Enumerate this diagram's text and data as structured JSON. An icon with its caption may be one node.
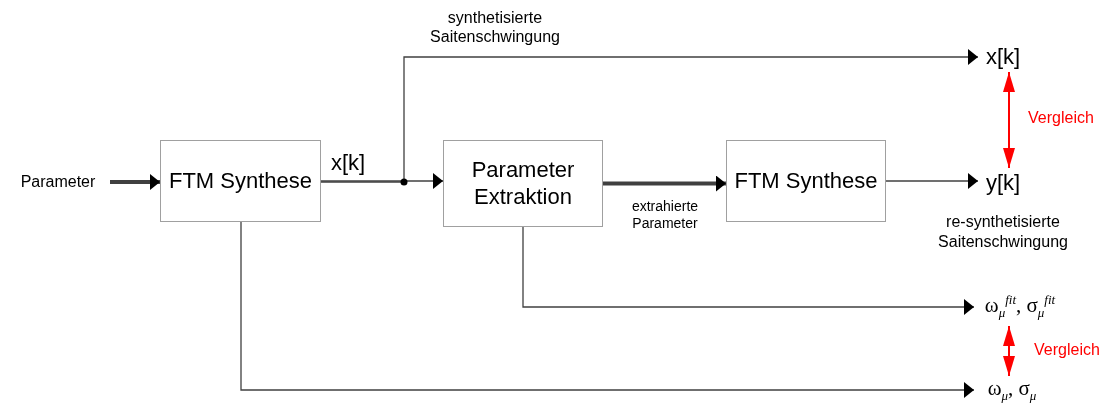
{
  "diagram": {
    "nodes": [
      {
        "text": [
          "Parameter"
        ]
      },
      {
        "text": [
          "FTM Synthese"
        ]
      },
      {
        "text": [
          "Parameter Extraktion"
        ]
      },
      {
        "text": [
          "FTM Synthese"
        ]
      },
      {
        "text": [
          "x[k]"
        ]
      },
      {
        "text": [
          "y[k]"
        ],
        "beside": [
          "re-synthetisierte Saitenschwingung"
        ]
      },
      {
        "text": [
          "ω$_{μ}$$^{fit}$, σ$_{μ}$$^{fit}$"
        ]
      },
      {
        "text": [
          "ω$_{μ}$, σ$_{μ}$"
        ]
      }
    ],
    "edges": [
      {
        "from": 0,
        "to": 1,
        "arrow": "to",
        "style": "thick"
      },
      {
        "from": 1,
        "to": 2,
        "arrow": "to",
        "label": "x[k]"
      },
      {
        "from": 1,
        "to": 4,
        "arrow": "to",
        "label": "synthetisierte Saitenschwingung"
      },
      {
        "from": 2,
        "to": 3,
        "arrow": "to",
        "style": "thick",
        "label": "extrahierte Parameter"
      },
      {
        "from": 3,
        "to": 5,
        "arrow": "to"
      },
      {
        "from": 2,
        "to": 6,
        "arrow": "to"
      },
      {
        "from": 1,
        "to": 7,
        "arrow": "to"
      },
      {
        "from": 4,
        "to": 5,
        "arrow": "both",
        "color": "#ff0000",
        "label": "Vergleich"
      },
      {
        "from": 6,
        "to": 7,
        "arrow": "both",
        "color": "#ff0000",
        "label": "Vergleich"
      }
    ]
  }
}
